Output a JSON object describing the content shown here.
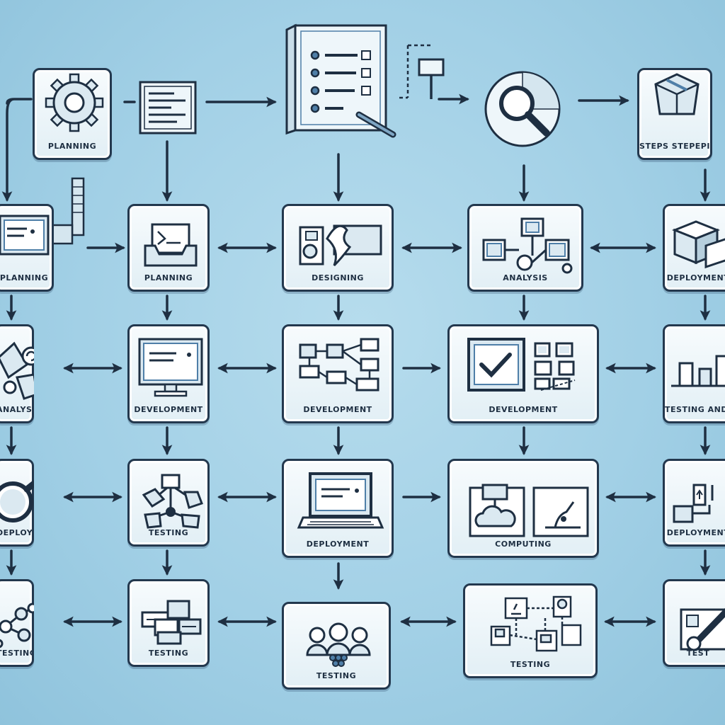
{
  "diagram": {
    "colors": {
      "background": "#a2d0e6",
      "node_fill": "#eef6fa",
      "stroke": "#23384e",
      "accent": "#4f7fa8"
    },
    "nodes": [
      {
        "id": "r0c0",
        "label": "PLANNING",
        "icon": "gear-icon"
      },
      {
        "id": "r0c4",
        "label": "STEPS STEPEPI",
        "icon": "package-icon"
      },
      {
        "id": "r1c0",
        "label": "PLANNING",
        "icon": "monitor-icon"
      },
      {
        "id": "r1c1",
        "label": "PLANNING",
        "icon": "inbox-icon"
      },
      {
        "id": "r1c2",
        "label": "DESIGNING",
        "icon": "blueprint-icon"
      },
      {
        "id": "r1c3",
        "label": "ANALYSIS",
        "icon": "network-icon"
      },
      {
        "id": "r1c4",
        "label": "DEPLOYMENT",
        "icon": "boxes-icon"
      },
      {
        "id": "r2c0",
        "label": "ANALYSING",
        "icon": "shapes-icon"
      },
      {
        "id": "r2c1",
        "label": "DEVELOPMENT",
        "icon": "desktop-icon"
      },
      {
        "id": "r2c2",
        "label": "DEVELOPMENT",
        "icon": "flowchart-icon"
      },
      {
        "id": "r2c3",
        "label": "DEVELOPMENT",
        "icon": "checkmark-icon"
      },
      {
        "id": "r2c4",
        "label": "TESTING AND DEPLOYMENT",
        "icon": "bar-chart-icon"
      },
      {
        "id": "r3c0",
        "label": "DEPLOYMENT",
        "icon": "magnifier-icon"
      },
      {
        "id": "r3c1",
        "label": "TESTING",
        "icon": "nodes-icon"
      },
      {
        "id": "r3c2",
        "label": "DEPLOYMENT",
        "icon": "laptop-icon"
      },
      {
        "id": "r3c3",
        "label": "COMPUTING",
        "icon": "cloud-icon"
      },
      {
        "id": "r3c4",
        "label": "DEPLOYMENT",
        "icon": "diagram-icon"
      },
      {
        "id": "r4c0",
        "label": "TESTING",
        "icon": "molecule-icon"
      },
      {
        "id": "r4c1",
        "label": "TESTING",
        "icon": "stack-icon"
      },
      {
        "id": "r4c2",
        "label": "TESTING",
        "icon": "people-icon"
      },
      {
        "id": "r4c3",
        "label": "TESTING",
        "icon": "workflow-icon"
      },
      {
        "id": "r4c4",
        "label": "TEST",
        "icon": "wrench-icon"
      }
    ],
    "loose_icons": [
      {
        "id": "document-top",
        "icon": "document-icon"
      },
      {
        "id": "checklist-top",
        "icon": "checklist-icon"
      },
      {
        "id": "search-top",
        "icon": "search-icon"
      },
      {
        "id": "connector-top",
        "icon": "connector-icon"
      },
      {
        "id": "pipe-left",
        "icon": "pipe-icon"
      }
    ]
  }
}
